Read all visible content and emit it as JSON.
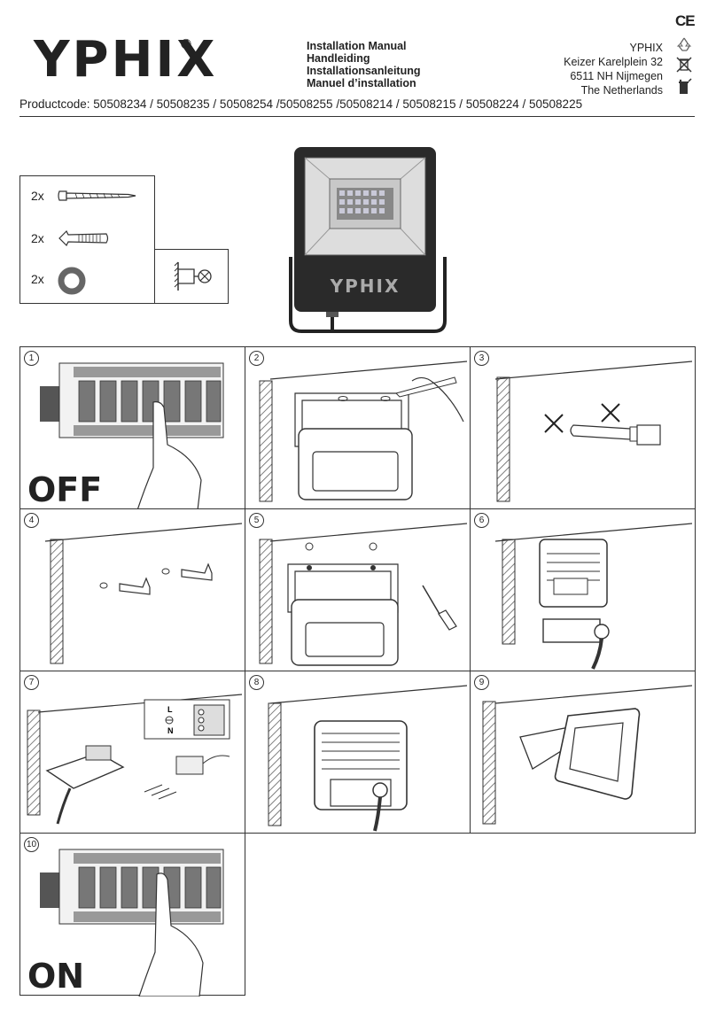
{
  "brand": {
    "logo_text": "YPHIX",
    "registered_mark": "®",
    "product_logo": "YPHIX"
  },
  "manual_titles": [
    "Installation Manual",
    "Handleiding",
    "Installationsanleitung",
    "Manuel d’installation"
  ],
  "address": [
    "YPHIX",
    "Keizer Karelplein 32",
    "6511 NH Nijmegen",
    "The Netherlands"
  ],
  "marks": {
    "ce": "CE",
    "icons": [
      "recycle-icon",
      "crossed-bin-icon",
      "trash-icon"
    ]
  },
  "productcode": "Productcode: 50508234 / 50508235 / 50508254 /50508255 /50508214 / 50508215 / 50508224 / 50508225",
  "parts": [
    {
      "qty": "2x",
      "icon": "screw-icon"
    },
    {
      "qty": "2x",
      "icon": "wall-plug-icon"
    },
    {
      "qty": "2x",
      "icon": "washer-icon"
    }
  ],
  "mount_symbol": "wall-mount-lamp-icon",
  "steps": [
    {
      "num": "1",
      "word": "OFF"
    },
    {
      "num": "2"
    },
    {
      "num": "3"
    },
    {
      "num": "4"
    },
    {
      "num": "5"
    },
    {
      "num": "6"
    },
    {
      "num": "7",
      "wiring": [
        "L",
        "N"
      ]
    },
    {
      "num": "8"
    },
    {
      "num": "9"
    },
    {
      "num": "10",
      "word": "ON"
    }
  ]
}
